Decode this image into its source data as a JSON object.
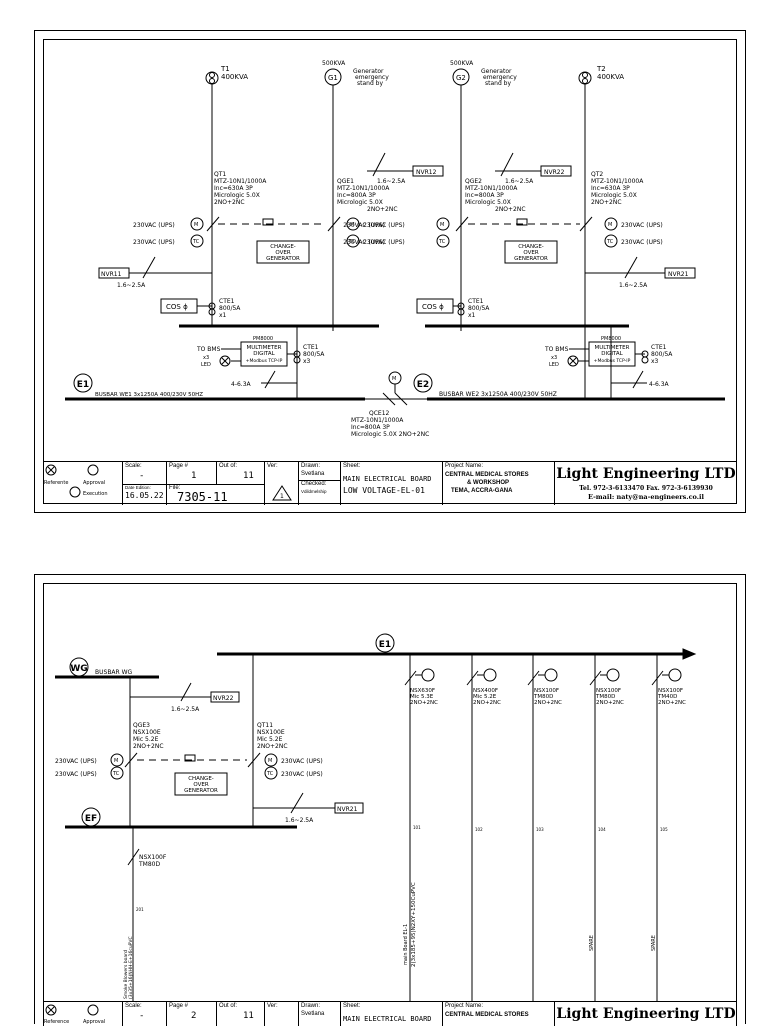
{
  "sheet1": {
    "t1": "T1",
    "t1_kva": "400KVA",
    "t2": "T2",
    "t2_kva": "400KVA",
    "g1_kva": "500KVA",
    "g1": "G1",
    "g1_desc": [
      "Generator",
      "emergency",
      "stand  by"
    ],
    "g2_kva": "500KVA",
    "g2": "G2",
    "g2_desc": [
      "Generator",
      "emergency",
      "stand  by"
    ],
    "nvr12": "NVR12",
    "nvr22": "NVR22",
    "nvr11": "NVR11",
    "nvr21": "NVR21",
    "range": "1.6~2.5A",
    "qt1": [
      "QT1",
      "MTZ-10N1/1000A",
      "Inc=630A   3P",
      "Micrologic  5.0X",
      "2NO+2NC"
    ],
    "qge1": [
      "QGE1",
      "MTZ-10N1/1000A",
      "Inc=800A   3P",
      "Micrologic  5.0X",
      "2NO+2NC"
    ],
    "qge2": [
      "QGE2",
      "MTZ-10N1/1000A",
      "Inc=800A   3P",
      "Micrologic  5.0X",
      "2NO+2NC"
    ],
    "qt2": [
      "QT2",
      "MTZ-10N1/1000A",
      "Inc=630A   3P",
      "Micrologic  5.0X",
      "2NO+2NC"
    ],
    "ups": "230VAC (UPS)",
    "m": "M",
    "tc": "TC",
    "changeover": [
      "CHANGE-",
      "OVER",
      "GENERATOR"
    ],
    "cos": "COS ϕ",
    "cte1": [
      "CTE1",
      "800/5A",
      "x1"
    ],
    "cte_x3": [
      "CTE1",
      "800/5A",
      "x3"
    ],
    "pm": "PM8000",
    "multimeter": [
      "MULTIMETER",
      "DIGITAL",
      "+Modbus TCP-IP"
    ],
    "to_bms": "TO BMS",
    "led": [
      "x3",
      "LED"
    ],
    "fuse": "4-6.3A",
    "e1": "E1",
    "e2": "E2",
    "busbar1": "BUSBAR WE1  3x1250A  400/230V 50HZ",
    "busbar2": "BUSBAR WE2  3x1250A  400/230V 50HZ",
    "qce12": [
      "QCE12",
      "MTZ-10N1/1000A",
      "Inc=800A   3P",
      "Micrologic  5.0X  2NO+2NC"
    ]
  },
  "sheet2": {
    "e1": "E1",
    "wg": "WG",
    "busbar_wg": "BUSBAR  WG",
    "ef": "EF",
    "nvr22": "NVR22",
    "nvr21": "NVR21",
    "range": "1.6~2.5A",
    "qge3": [
      "QGE3",
      "NSX100E",
      "Mic  5.2E",
      "2NO+2NC"
    ],
    "qt11": [
      "QT11",
      "NSX100E",
      "Mic  5.2E",
      "2NO+2NC"
    ],
    "ups": "230VAC (UPS)",
    "m": "M",
    "tc": "TC",
    "changeover": [
      "CHANGE-",
      "OVER",
      "GENERATOR"
    ],
    "feeder_main": [
      "NSX100F",
      "TM80D"
    ],
    "feeders": [
      {
        "lines": [
          "NSX630F",
          "Mic  5.3E",
          "2NO+2NC"
        ],
        "num": "101",
        "cable": "2(3x185+95)N2XY+150CuPVC",
        "label": "main  Board  EL-1"
      },
      {
        "lines": [
          "NSX400F",
          "Mic  5.2E",
          "2NO+2NC"
        ],
        "num": "102",
        "cable": "",
        "label": ""
      },
      {
        "lines": [
          "NSX100F",
          "TM80D",
          "2NO+2NC"
        ],
        "num": "103",
        "cable": "",
        "label": ""
      },
      {
        "lines": [
          "NSX100F",
          "TM80D",
          "2NO+2NC"
        ],
        "num": "104",
        "cable": "",
        "label": "SPARE"
      },
      {
        "lines": [
          "NSX100F",
          "TM40D",
          "2NO+2NC"
        ],
        "num": "105",
        "cable": "",
        "label": "SPARE"
      }
    ],
    "ef_feeder_num": "201",
    "ef_cable_label": "Smoke Blowers board",
    "ef_cable": "(3x35+16)NHH-E+16cuPVC"
  },
  "titleblock1": {
    "reference": "Referente",
    "approval": "Approval",
    "execution": "Execution",
    "scale_label": "Scale:",
    "scale_value": "-",
    "page_label": "Page #",
    "page_value": "1",
    "outof_label": "Out of:",
    "outof_value": "11",
    "date_label": "Date Edition:",
    "date_value": "16.05.22",
    "file_label": "File:",
    "file_value": "7305-11",
    "ver_label": "Ver:",
    "ver_value": "1",
    "drawn_label": "Drawn:",
    "drawn_value": "Svetlana",
    "checked_label": "Checked:",
    "checked_value": "Vdildmelship",
    "sheet_label": "Sheet:",
    "sheet_line1": "MAIN ELECTRICAL BOARD",
    "sheet_line2": "LOW VOLTAGE-EL-01",
    "project_label": "Project Name:",
    "project_line1": "CENTRAL MEDICAL STORES",
    "project_line2": "& WORKSHOP",
    "project_line3": "TEMA, ACCRA-GANA",
    "company": "Light Engineering LTD",
    "contact": "Tel. 972-3-6133470     Fax. 972-3-6139930",
    "email": "E-mail: naty@na-engineers.co.il"
  },
  "titleblock2": {
    "reference": "Reference",
    "approval": "Approval",
    "scale_label": "Scale:",
    "scale_value": "-",
    "page_label": "Page #",
    "page_value": "2",
    "outof_label": "Out of:",
    "outof_value": "11",
    "ver_label": "Ver:",
    "drawn_label": "Drawn:",
    "drawn_value": "Svetlana",
    "sheet_label": "Sheet:",
    "sheet_line1": "MAIN ELECTRICAL BOARD",
    "project_label": "Project Name:",
    "project_line1": "CENTRAL MEDICAL STORES",
    "company": "Light Engineering LTD"
  }
}
